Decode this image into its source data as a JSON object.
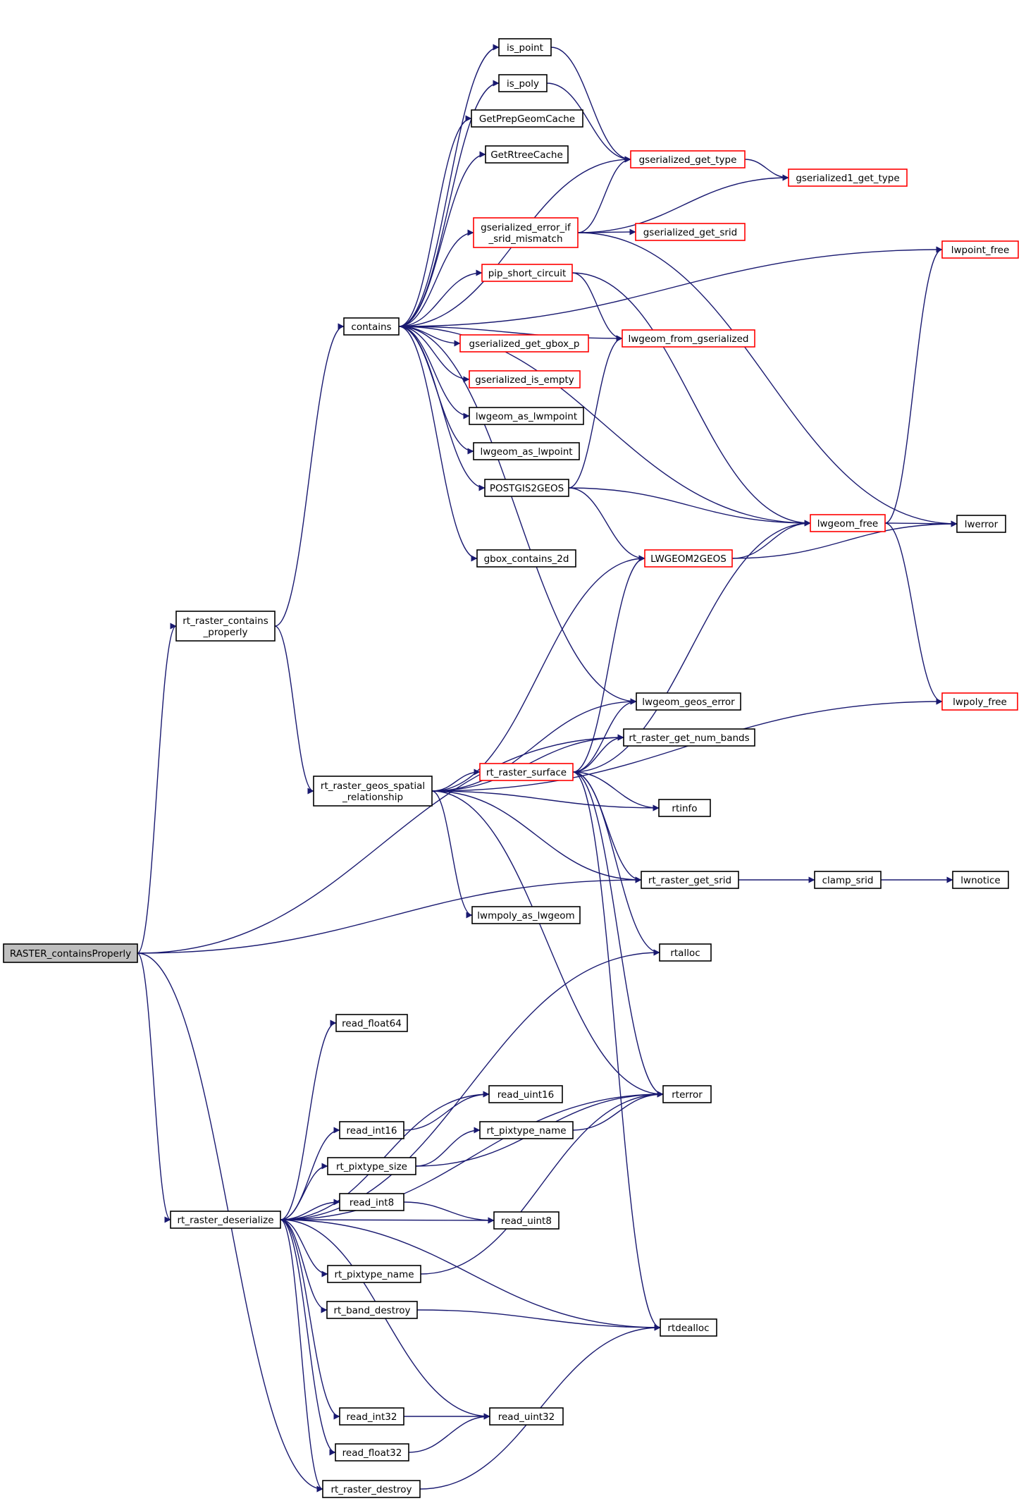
{
  "colors": {
    "edge": "#191970",
    "root_fill": "#bfbfbf",
    "node_fill": "#ffffff",
    "node_border": "#000000",
    "external_border": "#ff0000"
  },
  "nodes": [
    {
      "id": "raster_containsproperly",
      "label": "RASTER_containsProperly",
      "style": "root"
    },
    {
      "id": "rt_raster_contains_properly",
      "label": "rt_raster_contains\n_properly",
      "style": "normal"
    },
    {
      "id": "contains",
      "label": "contains",
      "style": "normal"
    },
    {
      "id": "is_point",
      "label": "is_point",
      "style": "normal"
    },
    {
      "id": "is_poly",
      "label": "is_poly",
      "style": "normal"
    },
    {
      "id": "getprepgeomcache",
      "label": "GetPrepGeomCache",
      "style": "normal"
    },
    {
      "id": "getrtreecache",
      "label": "GetRtreeCache",
      "style": "normal"
    },
    {
      "id": "gserialized_get_type",
      "label": "gserialized_get_type",
      "style": "external"
    },
    {
      "id": "gserialized1_get_type",
      "label": "gserialized1_get_type",
      "style": "external"
    },
    {
      "id": "gserialized_error_if_srid_mismatch",
      "label": "gserialized_error_if\n_srid_mismatch",
      "style": "external"
    },
    {
      "id": "gserialized_get_srid",
      "label": "gserialized_get_srid",
      "style": "external"
    },
    {
      "id": "lwpoint_free",
      "label": "lwpoint_free",
      "style": "external"
    },
    {
      "id": "pip_short_circuit",
      "label": "pip_short_circuit",
      "style": "external"
    },
    {
      "id": "lwgeom_from_gserialized",
      "label": "lwgeom_from_gserialized",
      "style": "external"
    },
    {
      "id": "gserialized_get_gbox_p",
      "label": "gserialized_get_gbox_p",
      "style": "external"
    },
    {
      "id": "gserialized_is_empty",
      "label": "gserialized_is_empty",
      "style": "external"
    },
    {
      "id": "lwgeom_as_lwmpoint",
      "label": "lwgeom_as_lwmpoint",
      "style": "normal"
    },
    {
      "id": "lwgeom_as_lwpoint",
      "label": "lwgeom_as_lwpoint",
      "style": "normal"
    },
    {
      "id": "postgis2geos",
      "label": "POSTGIS2GEOS",
      "style": "normal"
    },
    {
      "id": "lwgeom_free",
      "label": "lwgeom_free",
      "style": "external"
    },
    {
      "id": "lwerror",
      "label": "lwerror",
      "style": "normal"
    },
    {
      "id": "gbox_contains_2d",
      "label": "gbox_contains_2d",
      "style": "normal"
    },
    {
      "id": "lwgeom2geos",
      "label": "LWGEOM2GEOS",
      "style": "external"
    },
    {
      "id": "lwgeom_geos_error",
      "label": "lwgeom_geos_error",
      "style": "normal"
    },
    {
      "id": "lwpoly_free",
      "label": "lwpoly_free",
      "style": "external"
    },
    {
      "id": "rt_raster_get_num_bands",
      "label": "rt_raster_get_num_bands",
      "style": "normal"
    },
    {
      "id": "rt_raster_geos_spatial_relationship",
      "label": "rt_raster_geos_spatial\n_relationship",
      "style": "normal"
    },
    {
      "id": "rt_raster_surface",
      "label": "rt_raster_surface",
      "style": "external"
    },
    {
      "id": "rtinfo",
      "label": "rtinfo",
      "style": "normal"
    },
    {
      "id": "rt_raster_get_srid",
      "label": "rt_raster_get_srid",
      "style": "normal"
    },
    {
      "id": "clamp_srid",
      "label": "clamp_srid",
      "style": "normal"
    },
    {
      "id": "lwnotice",
      "label": "lwnotice",
      "style": "normal"
    },
    {
      "id": "lwmpoly_as_lwgeom",
      "label": "lwmpoly_as_lwgeom",
      "style": "normal"
    },
    {
      "id": "rtalloc",
      "label": "rtalloc",
      "style": "normal"
    },
    {
      "id": "read_float64",
      "label": "read_float64",
      "style": "normal"
    },
    {
      "id": "rterror",
      "label": "rterror",
      "style": "normal"
    },
    {
      "id": "read_uint16",
      "label": "read_uint16",
      "style": "normal"
    },
    {
      "id": "read_int16",
      "label": "read_int16",
      "style": "normal"
    },
    {
      "id": "rt_pixtype_name_a",
      "label": "rt_pixtype_name",
      "style": "normal"
    },
    {
      "id": "rt_pixtype_size",
      "label": "rt_pixtype_size",
      "style": "normal"
    },
    {
      "id": "read_int8",
      "label": "read_int8",
      "style": "normal"
    },
    {
      "id": "rt_raster_deserialize",
      "label": "rt_raster_deserialize",
      "style": "normal"
    },
    {
      "id": "read_uint8",
      "label": "read_uint8",
      "style": "normal"
    },
    {
      "id": "rt_pixtype_name_b",
      "label": "rt_pixtype_name",
      "style": "normal"
    },
    {
      "id": "rt_band_destroy",
      "label": "rt_band_destroy",
      "style": "normal"
    },
    {
      "id": "rtdealloc",
      "label": "rtdealloc",
      "style": "normal"
    },
    {
      "id": "read_int32",
      "label": "read_int32",
      "style": "normal"
    },
    {
      "id": "read_uint32",
      "label": "read_uint32",
      "style": "normal"
    },
    {
      "id": "read_float32",
      "label": "read_float32",
      "style": "normal"
    },
    {
      "id": "rt_raster_destroy",
      "label": "rt_raster_destroy",
      "style": "normal"
    }
  ],
  "edges": [
    [
      "raster_containsproperly",
      "rt_raster_contains_properly"
    ],
    [
      "raster_containsproperly",
      "rt_raster_get_num_bands"
    ],
    [
      "raster_containsproperly",
      "rt_raster_get_srid"
    ],
    [
      "raster_containsproperly",
      "rt_raster_deserialize"
    ],
    [
      "raster_containsproperly",
      "rt_raster_destroy"
    ],
    [
      "rt_raster_contains_properly",
      "contains"
    ],
    [
      "rt_raster_contains_properly",
      "rt_raster_geos_spatial_relationship"
    ],
    [
      "contains",
      "is_point"
    ],
    [
      "contains",
      "is_poly"
    ],
    [
      "contains",
      "getprepgeomcache"
    ],
    [
      "contains",
      "getrtreecache"
    ],
    [
      "contains",
      "gserialized_get_type"
    ],
    [
      "contains",
      "gserialized_error_if_srid_mismatch"
    ],
    [
      "contains",
      "lwpoint_free"
    ],
    [
      "contains",
      "pip_short_circuit"
    ],
    [
      "contains",
      "lwgeom_from_gserialized"
    ],
    [
      "contains",
      "gserialized_get_gbox_p"
    ],
    [
      "contains",
      "gserialized_is_empty"
    ],
    [
      "contains",
      "lwgeom_as_lwmpoint"
    ],
    [
      "contains",
      "lwgeom_as_lwpoint"
    ],
    [
      "contains",
      "postgis2geos"
    ],
    [
      "contains",
      "lwgeom_free"
    ],
    [
      "contains",
      "gbox_contains_2d"
    ],
    [
      "contains",
      "lwgeom_geos_error"
    ],
    [
      "is_point",
      "gserialized_get_type"
    ],
    [
      "is_poly",
      "gserialized_get_type"
    ],
    [
      "gserialized_get_type",
      "gserialized1_get_type"
    ],
    [
      "gserialized_error_if_srid_mismatch",
      "gserialized_get_type"
    ],
    [
      "gserialized_error_if_srid_mismatch",
      "gserialized1_get_type"
    ],
    [
      "gserialized_error_if_srid_mismatch",
      "gserialized_get_srid"
    ],
    [
      "gserialized_error_if_srid_mismatch",
      "lwerror"
    ],
    [
      "pip_short_circuit",
      "lwgeom_from_gserialized"
    ],
    [
      "pip_short_circuit",
      "lwgeom_free"
    ],
    [
      "postgis2geos",
      "lwgeom_from_gserialized"
    ],
    [
      "postgis2geos",
      "lwgeom_free"
    ],
    [
      "postgis2geos",
      "lwgeom2geos"
    ],
    [
      "lwgeom2geos",
      "lwgeom_free"
    ],
    [
      "lwgeom2geos",
      "lwerror"
    ],
    [
      "lwgeom_free",
      "lwpoint_free"
    ],
    [
      "lwgeom_free",
      "lwerror"
    ],
    [
      "lwgeom_free",
      "lwpoly_free"
    ],
    [
      "rt_raster_geos_spatial_relationship",
      "lwgeom2geos"
    ],
    [
      "rt_raster_geos_spatial_relationship",
      "lwgeom_geos_error"
    ],
    [
      "rt_raster_geos_spatial_relationship",
      "rt_raster_get_num_bands"
    ],
    [
      "rt_raster_geos_spatial_relationship",
      "rt_raster_surface"
    ],
    [
      "rt_raster_geos_spatial_relationship",
      "rtinfo"
    ],
    [
      "rt_raster_geos_spatial_relationship",
      "lwpoly_free"
    ],
    [
      "rt_raster_geos_spatial_relationship",
      "rt_raster_get_srid"
    ],
    [
      "rt_raster_geos_spatial_relationship",
      "lwmpoly_as_lwgeom"
    ],
    [
      "rt_raster_geos_spatial_relationship",
      "rterror"
    ],
    [
      "rt_raster_surface",
      "lwgeom2geos"
    ],
    [
      "rt_raster_surface",
      "lwgeom_geos_error"
    ],
    [
      "rt_raster_surface",
      "rt_raster_get_num_bands"
    ],
    [
      "rt_raster_surface",
      "lwgeom_free"
    ],
    [
      "rt_raster_surface",
      "rtinfo"
    ],
    [
      "rt_raster_surface",
      "rt_raster_get_srid"
    ],
    [
      "rt_raster_surface",
      "rtalloc"
    ],
    [
      "rt_raster_surface",
      "rterror"
    ],
    [
      "rt_raster_surface",
      "rtdealloc"
    ],
    [
      "rt_raster_get_srid",
      "clamp_srid"
    ],
    [
      "clamp_srid",
      "lwnotice"
    ],
    [
      "rt_raster_deserialize",
      "rtalloc"
    ],
    [
      "rt_raster_deserialize",
      "read_float64"
    ],
    [
      "rt_raster_deserialize",
      "rterror"
    ],
    [
      "rt_raster_deserialize",
      "read_uint16"
    ],
    [
      "rt_raster_deserialize",
      "read_int16"
    ],
    [
      "rt_raster_deserialize",
      "rt_pixtype_size"
    ],
    [
      "rt_raster_deserialize",
      "read_int8"
    ],
    [
      "rt_raster_deserialize",
      "read_uint8"
    ],
    [
      "rt_raster_deserialize",
      "rt_pixtype_name_b"
    ],
    [
      "rt_raster_deserialize",
      "rt_band_destroy"
    ],
    [
      "rt_raster_deserialize",
      "rtdealloc"
    ],
    [
      "rt_raster_deserialize",
      "read_uint32"
    ],
    [
      "rt_raster_deserialize",
      "read_int32"
    ],
    [
      "rt_raster_deserialize",
      "read_float32"
    ],
    [
      "rt_raster_deserialize",
      "rt_raster_destroy"
    ],
    [
      "read_int16",
      "read_uint16"
    ],
    [
      "rt_pixtype_size",
      "rt_pixtype_name_a"
    ],
    [
      "rt_pixtype_size",
      "rterror"
    ],
    [
      "rt_pixtype_name_a",
      "rterror"
    ],
    [
      "read_int8",
      "read_uint8"
    ],
    [
      "rt_pixtype_name_b",
      "rterror"
    ],
    [
      "rt_band_destroy",
      "rtdealloc"
    ],
    [
      "read_int32",
      "read_uint32"
    ],
    [
      "read_float32",
      "read_uint32"
    ],
    [
      "rt_raster_destroy",
      "rtdealloc"
    ]
  ]
}
